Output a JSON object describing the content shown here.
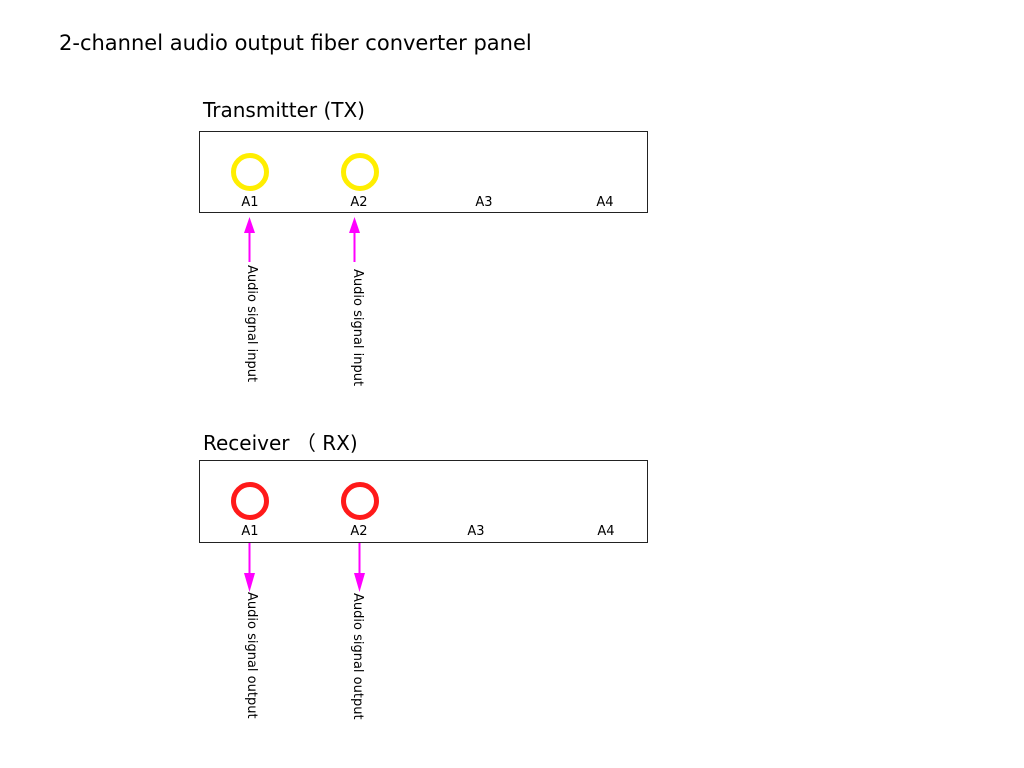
{
  "title": "2-channel audio output fiber converter panel",
  "colors": {
    "tx_port": "#ffee00",
    "rx_port": "#ff1a1a",
    "arrow": "#ff00ff",
    "box_border": "#222222"
  },
  "transmitter": {
    "title": "Transmitter (TX)",
    "ports": [
      {
        "label": "A1",
        "active": true
      },
      {
        "label": "A2",
        "active": true
      },
      {
        "label": "A3",
        "active": false
      },
      {
        "label": "A4",
        "active": false
      }
    ],
    "signal_labels": [
      "Audio signal input",
      "Audio signal input"
    ],
    "arrow_direction": "up"
  },
  "receiver": {
    "title": "Receiver （ RX)",
    "ports": [
      {
        "label": "A1",
        "active": true
      },
      {
        "label": "A2",
        "active": true
      },
      {
        "label": "A3",
        "active": false
      },
      {
        "label": "A4",
        "active": false
      }
    ],
    "signal_labels": [
      "Audio signal output",
      "Audio signal output"
    ],
    "arrow_direction": "down"
  }
}
